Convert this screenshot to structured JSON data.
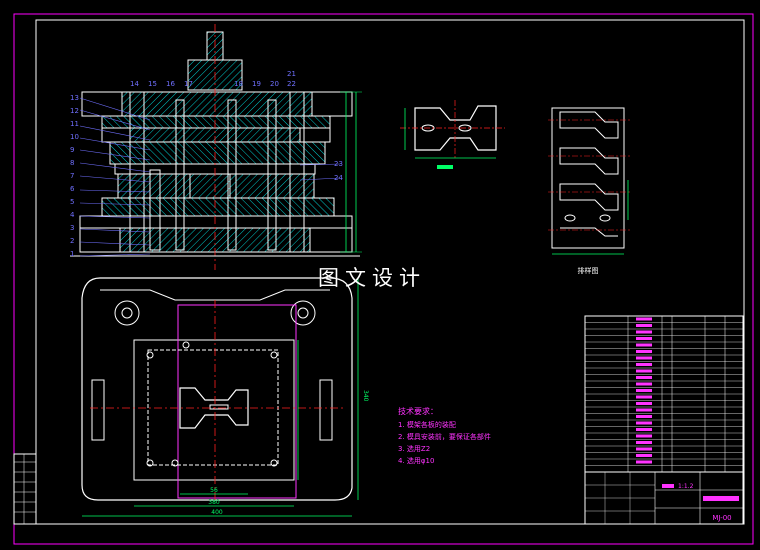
{
  "drawing": {
    "overlay_title": "图文设计",
    "scale_label": "1:1.2",
    "title_code": "MJ-00",
    "part_numbers_left": [
      "13",
      "12",
      "11",
      "10",
      "9",
      "8",
      "7",
      "6",
      "5",
      "4",
      "3",
      "2",
      "1"
    ],
    "part_numbers_top": [
      "14",
      "15",
      "16",
      "17",
      "18",
      "19",
      "20",
      "21",
      "22"
    ],
    "part_numbers_right": [
      "23",
      "24"
    ],
    "strip_label": "排样图",
    "tech_requirements": {
      "heading": "技术要求：",
      "items": [
        "1. 模架各板的装配",
        "2. 模具安装前，要保证各部件",
        "3. 选用Z2",
        "4. 选用φ10"
      ]
    },
    "dims": {
      "plan_width": "400",
      "plan_inner": "380",
      "plan_height": "340",
      "part_width": "56"
    }
  },
  "colors": {
    "frame": "#ff00ff",
    "lines": "#ffffff",
    "dims": "#00ff66",
    "hatch": "#00ffff",
    "text_magenta": "#ff33ff",
    "yellow": "#ffff00",
    "labels": "#7070ff",
    "red": "#ff2020"
  }
}
